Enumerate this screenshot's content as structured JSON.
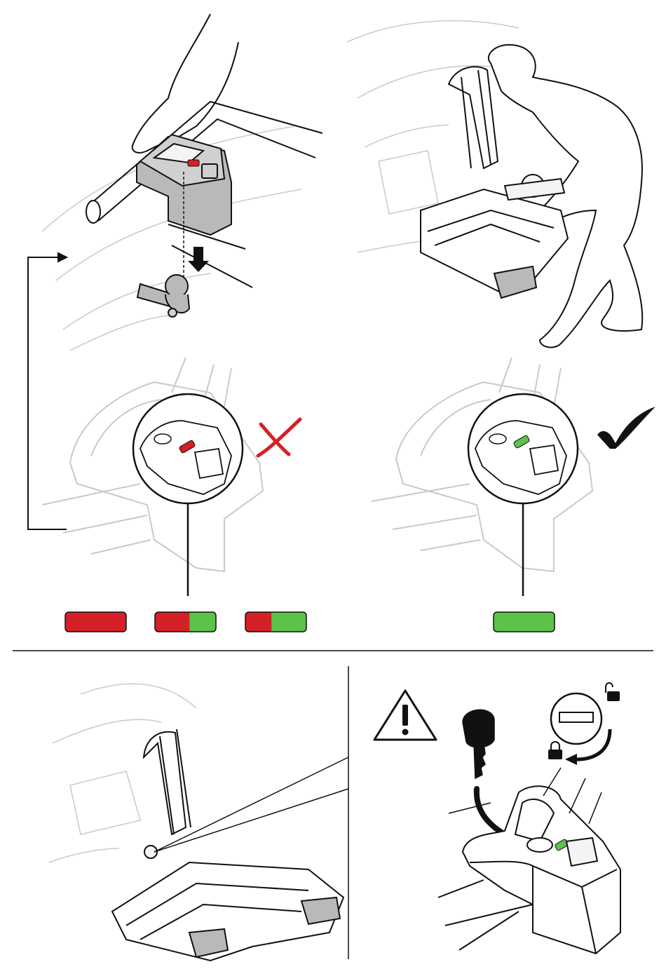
{
  "colors": {
    "red": "#d42027",
    "green": "#5cc24a",
    "line": "#111111",
    "faint": "#c9c9c9",
    "gray_fill": "#b9b9b9",
    "light_fill": "#f4f4f4"
  },
  "indicator": {
    "incorrect_states": [
      {
        "state": "all-red",
        "green_fraction": 0.0
      },
      {
        "state": "part-red-part-green",
        "green_fraction": 0.43
      },
      {
        "state": "part-red-part-green",
        "green_fraction": 0.57
      }
    ],
    "correct_state": {
      "state": "all-green",
      "green_fraction": 1.0
    }
  },
  "icons": {
    "incorrect": "cross-icon",
    "correct": "check-icon",
    "warning": "warning-triangle-icon",
    "key": "key-icon",
    "locked": "padlock-closed-icon",
    "unlocked": "padlock-open-icon"
  }
}
